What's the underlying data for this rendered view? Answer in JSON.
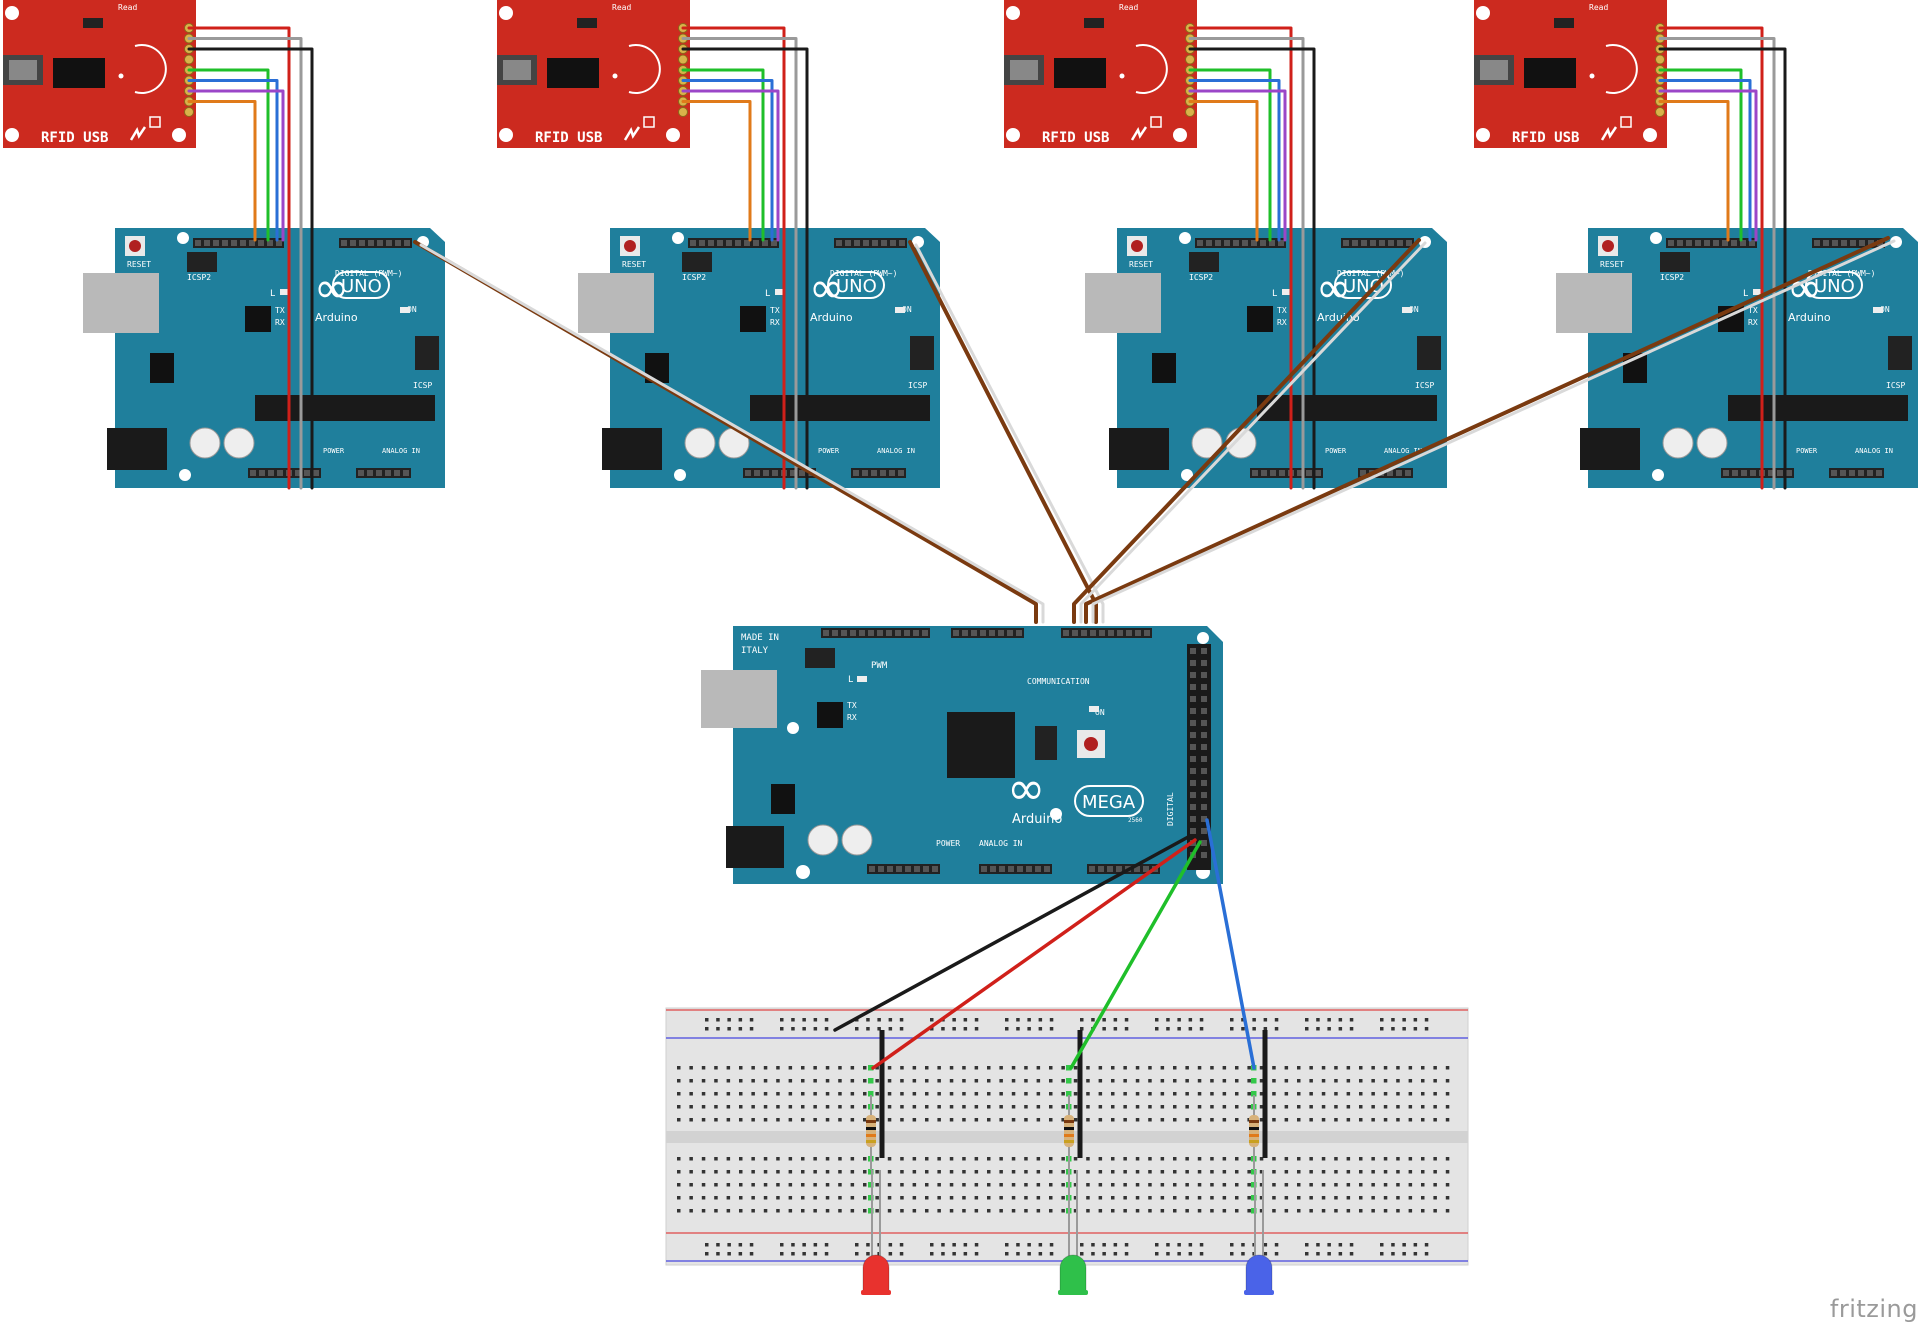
{
  "diagram": {
    "rfid_readers": [
      {
        "label": "RFID USB",
        "led_label": "Read"
      },
      {
        "label": "RFID USB",
        "led_label": "Read"
      },
      {
        "label": "RFID USB",
        "led_label": "Read"
      },
      {
        "label": "RFID USB",
        "led_label": "Read"
      }
    ],
    "uno_boards": [
      {
        "brand": "UNO",
        "maker": "Arduino",
        "reset": "RESET",
        "icsp": "ICSP",
        "icsp2": "ICSP2",
        "digital": "DIGITAL (PWM~)",
        "power": "POWER",
        "analog": "ANALOG IN",
        "on": "ON",
        "tx": "TX",
        "rx": "RX",
        "l": "L"
      },
      {
        "brand": "UNO",
        "maker": "Arduino",
        "reset": "RESET",
        "icsp": "ICSP",
        "icsp2": "ICSP2",
        "digital": "DIGITAL (PWM~)",
        "power": "POWER",
        "analog": "ANALOG IN",
        "on": "ON",
        "tx": "TX",
        "rx": "RX",
        "l": "L"
      },
      {
        "brand": "UNO",
        "maker": "Arduino",
        "reset": "RESET",
        "icsp": "ICSP",
        "icsp2": "ICSP2",
        "digital": "DIGITAL (PWM~)",
        "power": "POWER",
        "analog": "ANALOG IN",
        "on": "ON",
        "tx": "TX",
        "rx": "RX",
        "l": "L"
      },
      {
        "brand": "UNO",
        "maker": "Arduino",
        "reset": "RESET",
        "icsp": "ICSP",
        "icsp2": "ICSP2",
        "digital": "DIGITAL (PWM~)",
        "power": "POWER",
        "analog": "ANALOG IN",
        "on": "ON",
        "tx": "TX",
        "rx": "RX",
        "l": "L"
      }
    ],
    "mega": {
      "brand": "MEGA",
      "maker": "Arduino",
      "model": "2560",
      "made_in": "MADE IN",
      "country": "ITALY",
      "pwm": "PWM",
      "communication": "COMMUNICATION",
      "power": "POWER",
      "analog": "ANALOG IN",
      "digital": "DIGITAL",
      "on": "ON",
      "tx": "TX",
      "rx": "RX",
      "l": "L"
    },
    "leds": [
      {
        "name": "red-led",
        "color": "#e8322e"
      },
      {
        "name": "green-led",
        "color": "#2fc04a"
      },
      {
        "name": "blue-led",
        "color": "#4a63e8"
      }
    ],
    "watermark": "fritzing",
    "colors": {
      "rfid_board": "#cc2a1f",
      "arduino_board": "#1f7f9c",
      "wire_red": "#d0201a",
      "wire_black": "#1a1a1a",
      "wire_green": "#1fbf2a",
      "wire_blue": "#2a6fd6",
      "wire_brown": "#7a3a10",
      "wire_white": "#d9d9d9",
      "wire_orange": "#e07a1a",
      "wire_purple": "#9b46c8",
      "wire_grey": "#9a9a9a"
    }
  }
}
